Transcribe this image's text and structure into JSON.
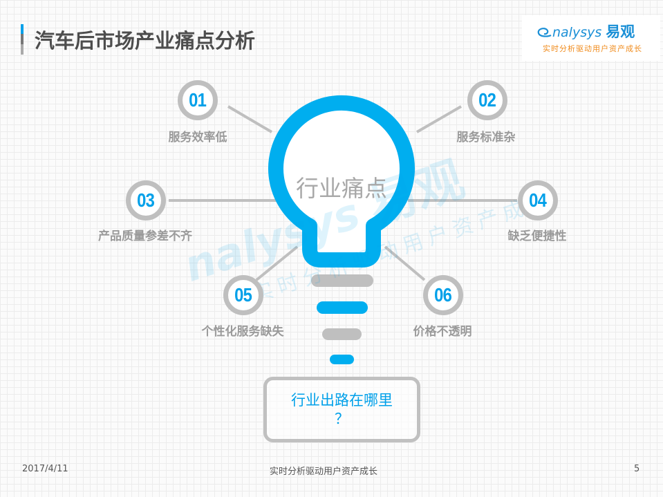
{
  "header": {
    "title": "汽车后市场产业痛点分析",
    "title_bar_colors": [
      "#00a0e9",
      "#777777",
      "#aaaaaa"
    ]
  },
  "logo": {
    "brand_en": "nalysys",
    "brand_en_prefix_glyph": "A-swoosh",
    "brand_cn": "易观",
    "tagline": "实时分析驱动用户资产成长",
    "brand_color": "#1a8fd6",
    "tagline_color": "#f08c1e"
  },
  "watermark": {
    "text_en": "nalysys",
    "text_cn": "易观",
    "tagline": "实时分析驱动用户资产成长"
  },
  "diagram": {
    "center_label": "行业痛点",
    "bulb_color": "#00aeef",
    "bar_colors": [
      "#bfbfbf",
      "#00aeef",
      "#bfbfbf",
      "#00aeef"
    ],
    "node_ring_color": "#bfbfbf",
    "number_color": "#00a0e9",
    "nodes": [
      {
        "num": "01",
        "label": "服务效率低"
      },
      {
        "num": "02",
        "label": "服务标准杂"
      },
      {
        "num": "03",
        "label": "产品质量参差不齐"
      },
      {
        "num": "04",
        "label": "缺乏便捷性"
      },
      {
        "num": "05",
        "label": "个性化服务缺失"
      },
      {
        "num": "06",
        "label": "价格不透明"
      }
    ],
    "question": {
      "line1": "行业出路在哪里",
      "line2": "？"
    }
  },
  "footer": {
    "date": "2017/4/11",
    "center_text": "实时分析驱动用户资产成长",
    "page_number": "5"
  }
}
